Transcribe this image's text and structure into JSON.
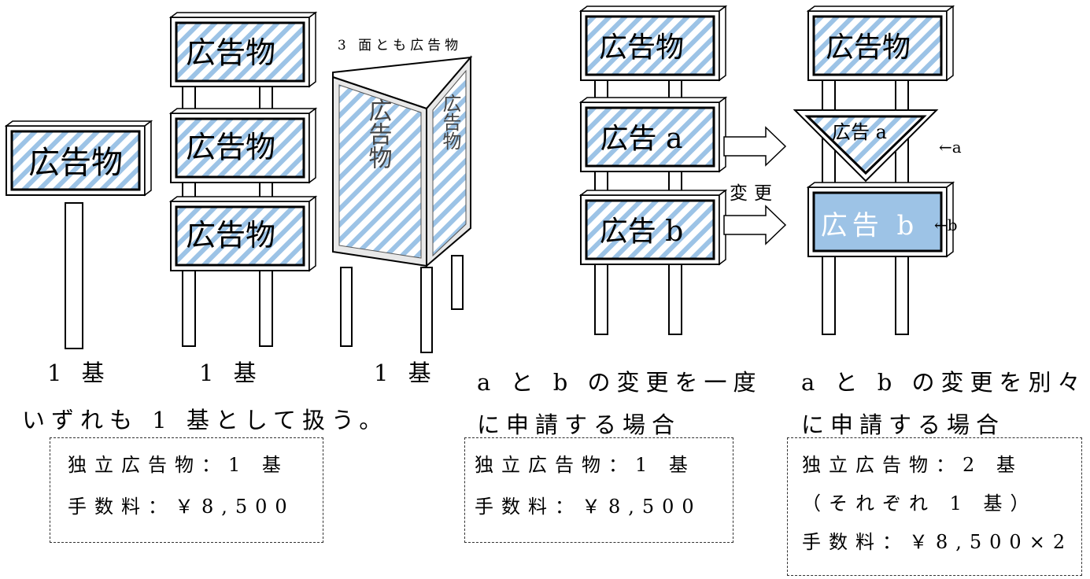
{
  "signs": {
    "board_label": "広告物",
    "adv_a": "広告 a",
    "adv_b": "広告 b",
    "tri_a": "広告 a",
    "triangular_caption": "3 面とも広告物",
    "tri_front": "広告物",
    "tri_side": "広告物"
  },
  "captions": {
    "unit1": "1 基",
    "unit2": "1 基",
    "unit3": "1 基",
    "all_one_unit": "いずれも 1 基として扱う。",
    "change_label": "変更",
    "arrow_a": "←a",
    "arrow_b": "←b",
    "together_line1": "a と b の変更を一度",
    "together_line2": "に申請する場合",
    "separate_line1": "a と b の変更を別々",
    "separate_line2": "に申請する場合"
  },
  "boxes": {
    "left": {
      "line1": "独立広告物：1 基",
      "line2": "手数料：￥8,500"
    },
    "middle": {
      "line1": "独立広告物：1 基",
      "line2": "手数料：￥8,500"
    },
    "right": {
      "line1": "独立広告物：2 基",
      "line2": "（それぞれ 1 基）",
      "line3": "手数料：￥8,500×2"
    }
  },
  "colors": {
    "stripe": "#9cc3e6",
    "fill_b": "#9dc3e6",
    "frame": "#000000"
  }
}
